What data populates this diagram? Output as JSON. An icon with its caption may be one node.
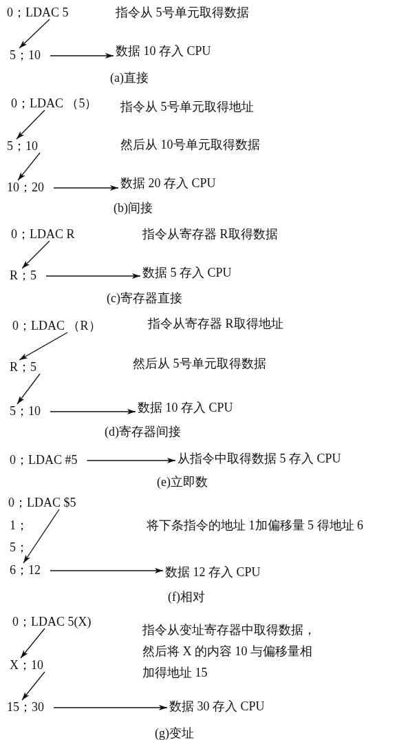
{
  "diagram": {
    "nodes": [
      {
        "text": [
          "0；LDAC 5"
        ]
      },
      {
        "text": [
          "5；10"
        ]
      },
      {
        "text": [
          "数据 10 存入 CPU"
        ]
      },
      {
        "text": [
          "0；LDAC （5）"
        ]
      },
      {
        "text": [
          "5；10"
        ]
      },
      {
        "text": [
          "10；20"
        ]
      },
      {
        "text": [
          "数据 20 存入 CPU"
        ]
      },
      {
        "text": [
          "0；LDAC R"
        ]
      },
      {
        "text": [
          "R；5"
        ]
      },
      {
        "text": [
          "数据 5 存入 CPU"
        ]
      },
      {
        "text": [
          "0；LDAC （R）"
        ]
      },
      {
        "text": [
          "R；5"
        ]
      },
      {
        "text": [
          "5；10"
        ]
      },
      {
        "text": [
          "数据 10 存入 CPU"
        ]
      },
      {
        "text": [
          "0；LDAC #5"
        ]
      },
      {
        "text": [
          "从指令中取得数据 5 存入 CPU"
        ]
      },
      {
        "text": [
          "0；LDAC $5"
        ]
      },
      {
        "text": [
          "6；12"
        ]
      },
      {
        "text": [
          "数据 12 存入 CPU"
        ]
      },
      {
        "text": [
          "0；LDAC 5(X)"
        ]
      },
      {
        "text": [
          "X；10"
        ]
      },
      {
        "text": [
          "15；30"
        ]
      },
      {
        "text": [
          "数据 30 存入 CPU"
        ]
      }
    ],
    "edges": [
      {
        "from": 0,
        "to": 1,
        "arrow": "to"
      },
      {
        "from": 1,
        "to": 2,
        "arrow": "to"
      },
      {
        "from": 3,
        "to": 4,
        "arrow": "to"
      },
      {
        "from": 4,
        "to": 5,
        "arrow": "to"
      },
      {
        "from": 5,
        "to": 6,
        "arrow": "to"
      },
      {
        "from": 7,
        "to": 8,
        "arrow": "to"
      },
      {
        "from": 8,
        "to": 9,
        "arrow": "to"
      },
      {
        "from": 10,
        "to": 11,
        "arrow": "to"
      },
      {
        "from": 11,
        "to": 12,
        "arrow": "to"
      },
      {
        "from": 12,
        "to": 13,
        "arrow": "to"
      },
      {
        "from": 14,
        "to": 15,
        "arrow": "to"
      },
      {
        "from": 16,
        "to": 17,
        "arrow": "to"
      },
      {
        "from": 17,
        "to": 18,
        "arrow": "to"
      },
      {
        "from": 19,
        "to": 20,
        "arrow": "to"
      },
      {
        "from": 20,
        "to": 21,
        "arrow": "to"
      },
      {
        "from": 21,
        "to": 22,
        "arrow": "to"
      }
    ],
    "labels": [
      "指令从 5号单元取得数据",
      "(a)直接",
      "指令从 5号单元取得地址",
      "然后从 10号单元取得数据",
      "(b)间接",
      "指令从寄存器 R取得数据",
      "(c)寄存器直接",
      "指令从寄存器 R取得地址",
      "然后从 5号单元取得数据",
      "(d)寄存器间接",
      "(e)立即数",
      "1；",
      "5；",
      "将下条指令的地址 1加偏移量 5 得地址 6",
      "(f)相对",
      "指令从变址寄存器中取得数据，然后将 X 的内容 10 与偏移量相加得地址 15",
      "(g)变址"
    ]
  }
}
